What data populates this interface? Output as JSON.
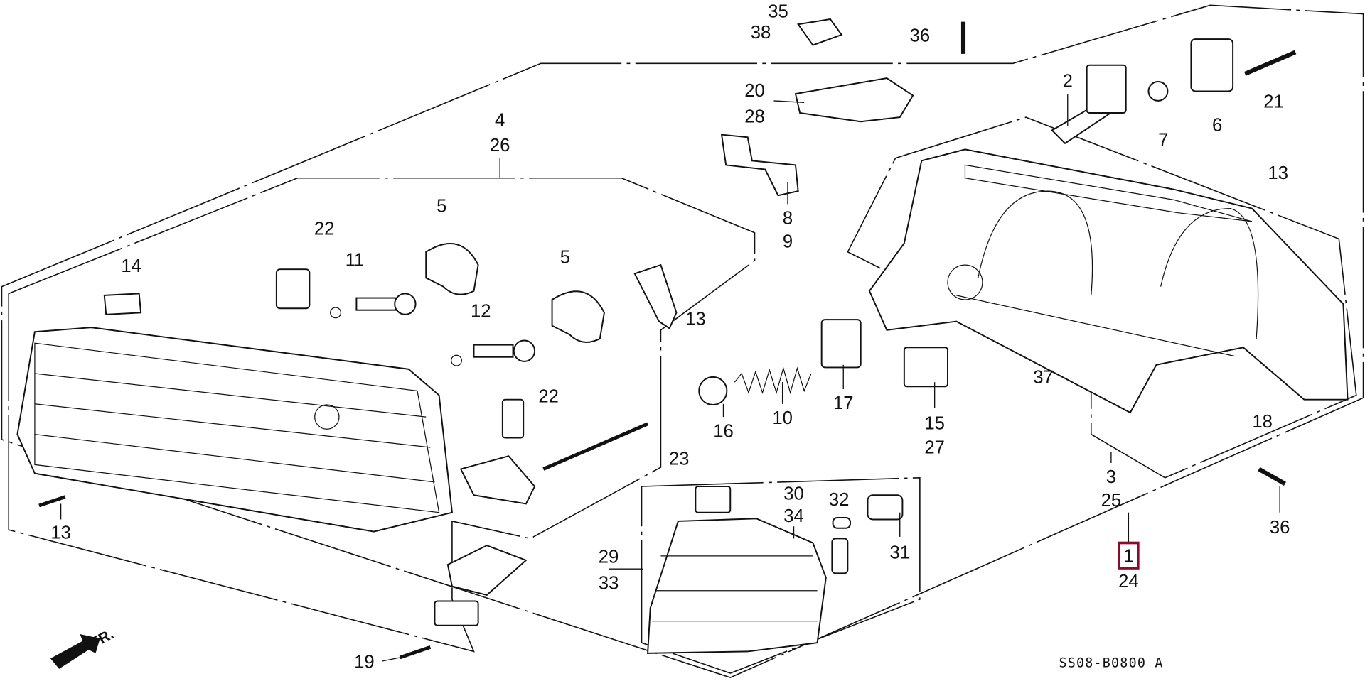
{
  "diagram": {
    "code": "SS08-B0800 A",
    "direction_label": "FR.",
    "highlight_color": "#8b0a2e",
    "highlighted_callout": "1",
    "callouts": [
      {
        "id": "c35",
        "text": "35"
      },
      {
        "id": "c38",
        "text": "38"
      },
      {
        "id": "c36a",
        "text": "36"
      },
      {
        "id": "c2",
        "text": "2"
      },
      {
        "id": "c7",
        "text": "7"
      },
      {
        "id": "c6",
        "text": "6"
      },
      {
        "id": "c21",
        "text": "21"
      },
      {
        "id": "c20",
        "text": "20"
      },
      {
        "id": "c28",
        "text": "28"
      },
      {
        "id": "c4",
        "text": "4"
      },
      {
        "id": "c26",
        "text": "26"
      },
      {
        "id": "c8",
        "text": "8"
      },
      {
        "id": "c9",
        "text": "9"
      },
      {
        "id": "c13a",
        "text": "13"
      },
      {
        "id": "c22a",
        "text": "22"
      },
      {
        "id": "c11",
        "text": "11"
      },
      {
        "id": "c5a",
        "text": "5"
      },
      {
        "id": "c5b",
        "text": "5"
      },
      {
        "id": "c14",
        "text": "14"
      },
      {
        "id": "c13b",
        "text": "13"
      },
      {
        "id": "c12",
        "text": "12"
      },
      {
        "id": "c22b",
        "text": "22"
      },
      {
        "id": "c37",
        "text": "37"
      },
      {
        "id": "c17",
        "text": "17"
      },
      {
        "id": "c10",
        "text": "10"
      },
      {
        "id": "c16",
        "text": "16"
      },
      {
        "id": "c15",
        "text": "15"
      },
      {
        "id": "c27",
        "text": "27"
      },
      {
        "id": "c18",
        "text": "18"
      },
      {
        "id": "c3",
        "text": "3"
      },
      {
        "id": "c25",
        "text": "25"
      },
      {
        "id": "c36b",
        "text": "36"
      },
      {
        "id": "c23",
        "text": "23"
      },
      {
        "id": "c30",
        "text": "30"
      },
      {
        "id": "c34",
        "text": "34"
      },
      {
        "id": "c32",
        "text": "32"
      },
      {
        "id": "c31",
        "text": "31"
      },
      {
        "id": "c29",
        "text": "29"
      },
      {
        "id": "c33",
        "text": "33"
      },
      {
        "id": "c1",
        "text": "1"
      },
      {
        "id": "c24",
        "text": "24"
      },
      {
        "id": "c13c",
        "text": "13"
      },
      {
        "id": "c19",
        "text": "19"
      }
    ]
  }
}
